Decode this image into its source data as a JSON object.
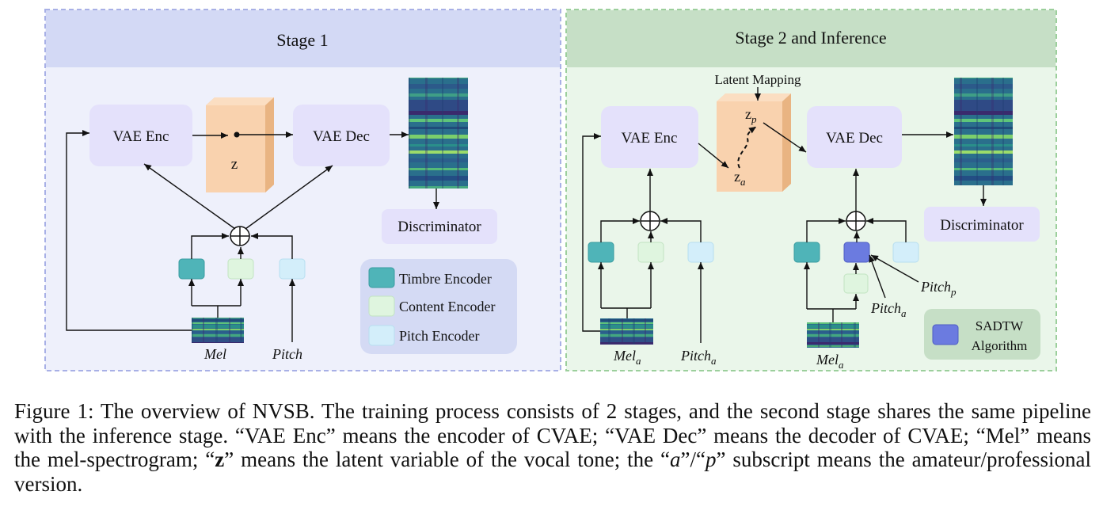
{
  "stage1": {
    "title": "Stage 1",
    "vae_enc": "VAE Enc",
    "vae_dec": "VAE Dec",
    "latent": "z",
    "discriminator": "Discriminator",
    "mel": "Mel",
    "pitch": "Pitch"
  },
  "stage2": {
    "title": "Stage 2 and Inference",
    "latent_mapping": "Latent Mapping",
    "vae_enc": "VAE Enc",
    "vae_dec": "VAE Dec",
    "z_p": "z",
    "z_p_sub": "p",
    "z_a": "z",
    "z_a_sub": "a",
    "discriminator": "Discriminator",
    "mel_a": "Mel",
    "mel_a_sub": "a",
    "pitch_a": "Pitch",
    "pitch_a_sub": "a",
    "mel_a2": "Mel",
    "mel_a2_sub": "a",
    "pitch_a2": "Pitch",
    "pitch_a2_sub": "a",
    "pitch_p": "Pitch",
    "pitch_p_sub": "p"
  },
  "legend": {
    "timbre": "Timbre Encoder",
    "content": "Content Encoder",
    "pitch": "Pitch Encoder",
    "sadtw_line1": "SADTW",
    "sadtw_line2": "Algorithm"
  },
  "colors": {
    "stage1_bg": "#eef0fb",
    "stage1_header": "#d3d9f5",
    "stage2_bg": "#eaf6ea",
    "stage2_header": "#c6dfc6",
    "vae_box": "#e4e1fb",
    "latent_box": "#f9d2ae",
    "timbre": "#4fb4b8",
    "content": "#dff5df",
    "pitch_enc": "#d3eefa",
    "sadtw": "#6b7be0"
  },
  "caption": {
    "label": "Figure 1:",
    "text1": "The overview of NVSB. The training process consists of 2 stages, and the second stage shares the same pipeline with the inference stage.  “VAE Enc” means the encoder of CVAE; “VAE Dec” means the decoder of CVAE; “Mel” means the mel-spectrogram; “",
    "z": "z",
    "text2": "” means the latent variable of the vocal tone; the “",
    "a": "a",
    "sep": "”/“",
    "p": "p",
    "text3": "” subscript means the amateur/professional version."
  }
}
